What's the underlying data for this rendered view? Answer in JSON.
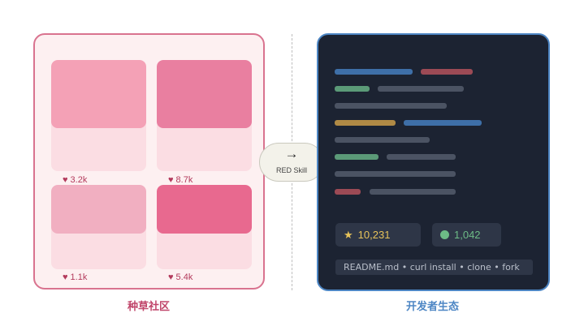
{
  "left_panel": {
    "caption": "种草社区",
    "cards": [
      {
        "likes": "3.2k"
      },
      {
        "likes": "8.7k"
      },
      {
        "likes": "1.1k"
      },
      {
        "likes": "5.4k"
      }
    ]
  },
  "connector": {
    "arrow": "→",
    "label": "RED Skill"
  },
  "right_panel": {
    "caption": "开发者生态",
    "stats": {
      "star_icon": "★",
      "stars": "10,231",
      "forks": "1,042"
    },
    "command_line": "README.md • curl install • clone • fork"
  },
  "colors": {
    "pink_accent": "#d9738f",
    "blue_accent": "#4d86c4",
    "dark_bg": "#1c2332"
  }
}
